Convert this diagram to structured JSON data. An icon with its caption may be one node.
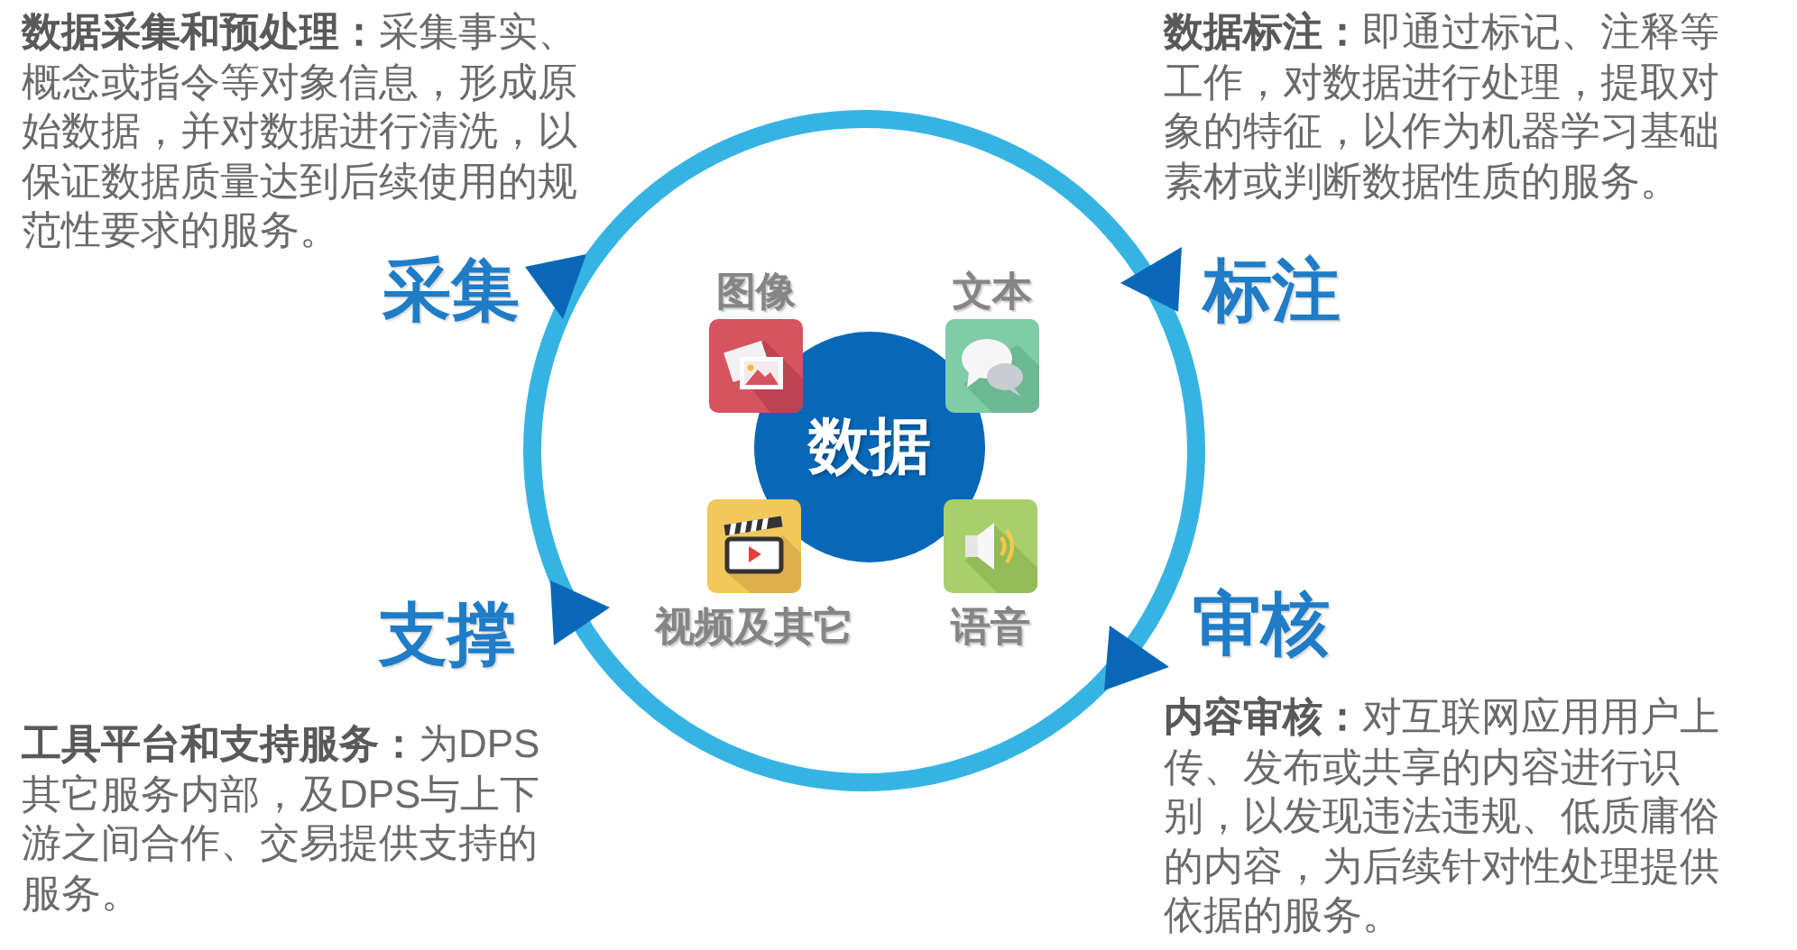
{
  "diagram": {
    "nodes": [
      {
        "text": [
          "数据"
        ]
      },
      {
        "text": [
          "图像"
        ]
      },
      {
        "text": [
          "文本"
        ]
      },
      {
        "text": [
          "视频及其它"
        ]
      },
      {
        "text": [
          "语音"
        ]
      }
    ],
    "labels": [
      "**数据采集和预处理：**采集事实、概念或指令等对象信息，形成原始数据，并对数据进行清洗，以保证数据质量达到后续使用的规范性要求的服务。",
      "**数据标注：**即通过标记、注释等工作，对数据进行处理，提取对象的特征，以作为机器学习基础素材或判断数据性质的服务。",
      "采集",
      "标注",
      "支撑",
      "审核",
      "**工具平台和支持服务：**为DPS其它服务内部，及DPS与上下游之间合作、交易提供支持的服务。",
      "**内容审核：**对互联网应用用户上传、发布或共享的内容进行识别，以发现违法违规、低质庸俗的内容，为后续针对性处理提供依据的服务。"
    ]
  }
}
